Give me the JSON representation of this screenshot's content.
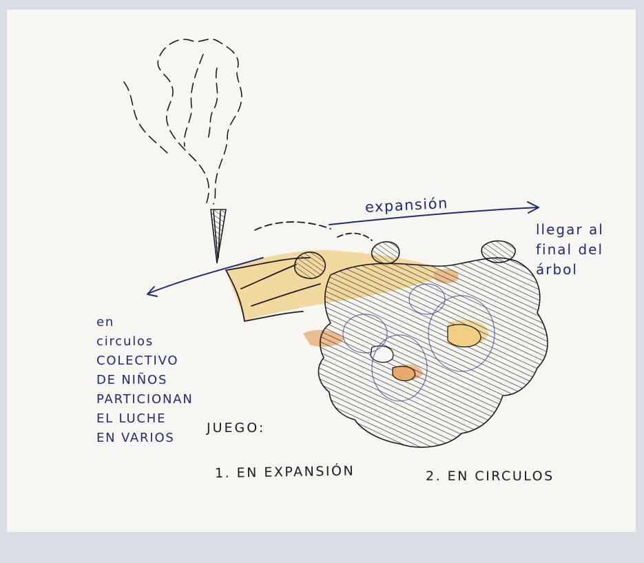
{
  "sketch": {
    "expansion_label": "expansión",
    "goal_lines": [
      "llegar al",
      "final del",
      "árbol"
    ],
    "circles_lines": [
      "en",
      "circulos",
      "COLECTIVO",
      "DE NIÑOS",
      "PARTICIONAN",
      "EL LUCHE",
      "EN VARIOS"
    ],
    "game_heading": "JUEGO:",
    "items": [
      "1. EN EXPANSIÓN",
      "2. EN CIRCULOS"
    ]
  },
  "colors": {
    "ink_blue": "#1f2a7a",
    "pencil": "#1b1b1b",
    "crayon_yellow": "#f0cf84",
    "crayon_orange": "#e9a96b",
    "paper": "#f7f6f3",
    "background": "#d9dee6"
  }
}
